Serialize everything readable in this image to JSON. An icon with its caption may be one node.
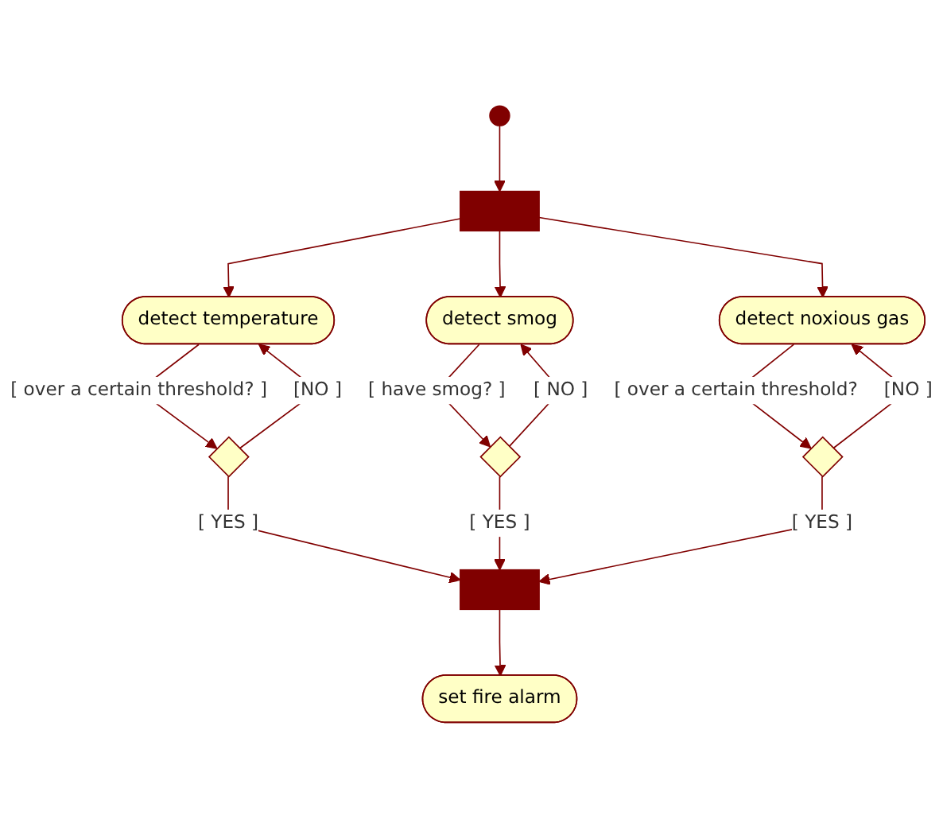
{
  "diagram": {
    "nodes": [
      {
        "text": [],
        "shape": "circle"
      },
      {
        "text": [],
        "shape": "bar"
      },
      {
        "text": [
          "detect temperature"
        ]
      },
      {
        "text": [
          "detect smog"
        ]
      },
      {
        "text": [
          "detect noxious gas"
        ]
      },
      {
        "text": [],
        "shape": "diamond"
      },
      {
        "text": [],
        "shape": "diamond"
      },
      {
        "text": [],
        "shape": "diamond"
      },
      {
        "text": [],
        "shape": "bar"
      },
      {
        "text": [
          "set fire alarm"
        ]
      }
    ],
    "edges": [
      {
        "from": 0,
        "to": 1,
        "arrow": "to"
      },
      {
        "from": 1,
        "to": 2,
        "arrow": "to"
      },
      {
        "from": 1,
        "to": 3,
        "arrow": "to"
      },
      {
        "from": 1,
        "to": 4,
        "arrow": "to"
      },
      {
        "from": 2,
        "to": 5,
        "arrow": "to",
        "label": "[ over a certain threshold? ]"
      },
      {
        "from": 3,
        "to": 6,
        "arrow": "to",
        "label": "[ have smog? ]"
      },
      {
        "from": 4,
        "to": 7,
        "arrow": "to",
        "label": "[ over a certain threshold?"
      },
      {
        "from": 5,
        "to": 2,
        "arrow": "to",
        "label": "[NO ]"
      },
      {
        "from": 6,
        "to": 3,
        "arrow": "to",
        "label": "[ NO ]"
      },
      {
        "from": 7,
        "to": 4,
        "arrow": "to",
        "label": "[NO ]"
      },
      {
        "from": 5,
        "to": 8,
        "arrow": "to",
        "label": "[ YES ]"
      },
      {
        "from": 6,
        "to": 8,
        "arrow": "to",
        "label": "[ YES ]"
      },
      {
        "from": 7,
        "to": 8,
        "arrow": "to",
        "label": "[ YES ]"
      },
      {
        "from": 8,
        "to": 9,
        "arrow": "to"
      }
    ]
  }
}
